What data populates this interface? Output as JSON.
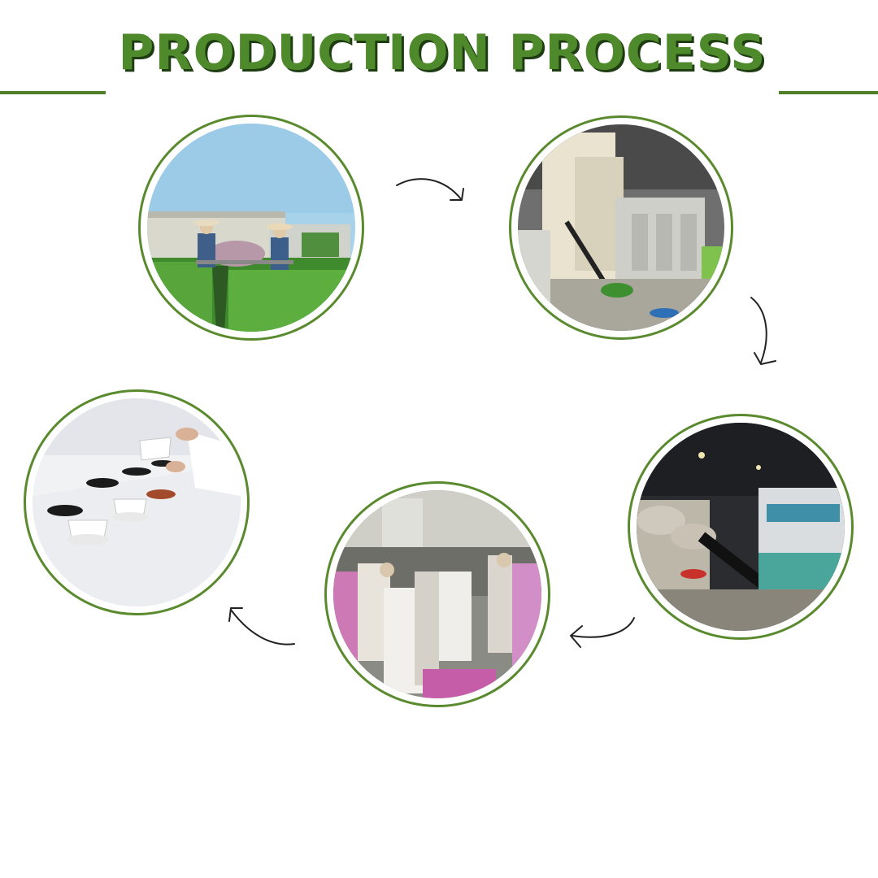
{
  "header": {
    "title": "PRODUCTION PROCESS"
  },
  "colors": {
    "brand": "#4e8a2b",
    "shadow": "#1f3d12",
    "ring": "#5a8a2e"
  },
  "steps": [
    {
      "name": "tea-plantation-harvest-photo"
    },
    {
      "name": "withering-drying-machinery-photo"
    },
    {
      "name": "color-sorting-machine-photo"
    },
    {
      "name": "packing-sacks-photo"
    },
    {
      "name": "tea-tasting-cups-photo"
    }
  ],
  "icons": [
    "arrow-right-icon",
    "arrow-down-icon",
    "arrow-left-icon",
    "arrow-left-icon",
    "arrow-left-icon"
  ]
}
